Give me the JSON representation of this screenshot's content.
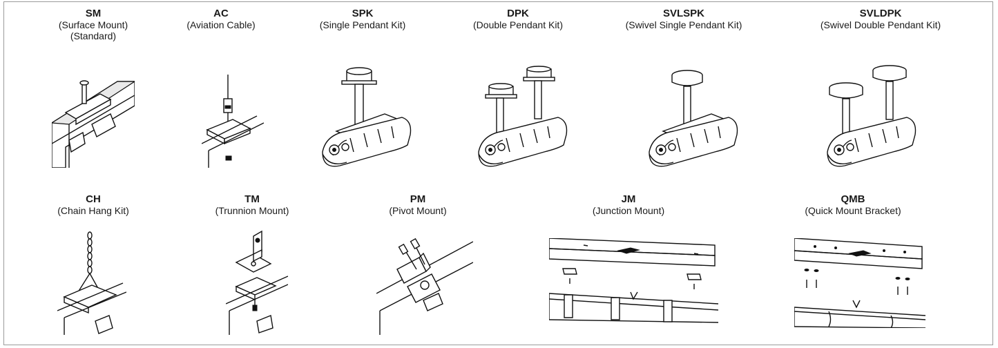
{
  "mounts": [
    {
      "code": "SM",
      "desc": "(Surface Mount)",
      "desc2": "(Standard)"
    },
    {
      "code": "AC",
      "desc": "(Aviation Cable)"
    },
    {
      "code": "SPK",
      "desc": "(Single Pendant Kit)"
    },
    {
      "code": "DPK",
      "desc": "(Double Pendant Kit)"
    },
    {
      "code": "SVLSPK",
      "desc": "(Swivel Single Pendant Kit)"
    },
    {
      "code": "SVLDPK",
      "desc": "(Swivel Double Pendant Kit)"
    },
    {
      "code": "CH",
      "desc": "(Chain Hang Kit)"
    },
    {
      "code": "TM",
      "desc": "(Trunnion Mount)"
    },
    {
      "code": "PM",
      "desc": "(Pivot Mount)"
    },
    {
      "code": "JM",
      "desc": "(Junction Mount)"
    },
    {
      "code": "QMB",
      "desc": "(Quick Mount Bracket)"
    }
  ]
}
